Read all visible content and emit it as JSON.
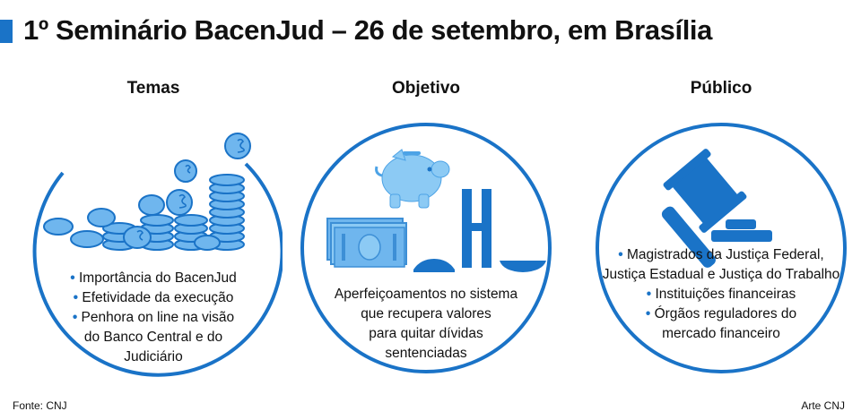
{
  "title": "1º Seminário BacenJud – 26 de setembro, em Brasília",
  "columns": [
    {
      "heading": "Temas",
      "lines": [
        "• Importância do BacenJud",
        "• Efetividade da execução",
        "• Penhora on line na visão",
        "do Banco Central e do",
        "Judiciário"
      ]
    },
    {
      "heading": "Objetivo",
      "lines": [
        "Aperfeiçoamentos no sistema",
        "que recupera valores",
        "para quitar dívidas",
        "sentenciadas"
      ]
    },
    {
      "heading": "Público",
      "lines": [
        "• Magistrados da Justiça Federal,",
        "Justiça Estadual e Justiça do Trabalho",
        "• Instituições financeiras",
        "• Órgãos reguladores do",
        "mercado financeiro"
      ]
    }
  ],
  "footer": {
    "source": "Fonte: CNJ",
    "credit": "Arte CNJ"
  },
  "colors": {
    "accent": "#1a73c7",
    "light_blue": "#6fb6ee",
    "mid_blue": "#3d8fd6"
  },
  "icons": [
    "coins-icon",
    "piggy-bank-icon",
    "money-bill-icon",
    "scale-icon",
    "gavel-icon"
  ]
}
